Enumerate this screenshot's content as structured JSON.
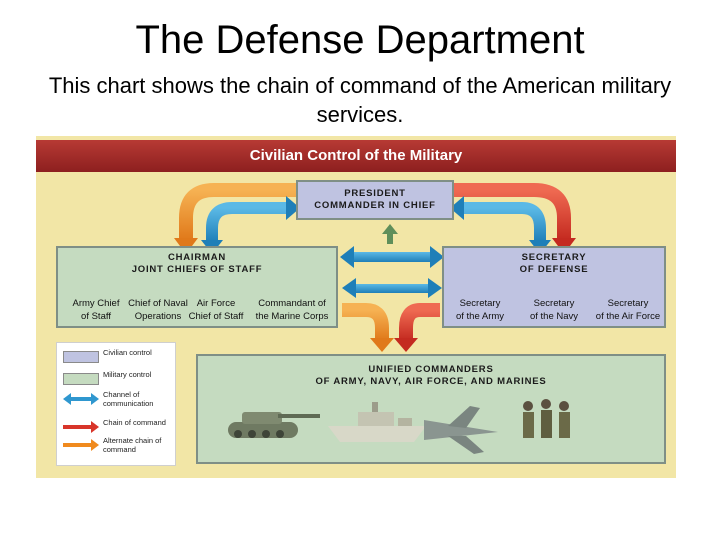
{
  "slide": {
    "title": "The Defense Department",
    "subtitle": "This chart shows the chain of command of the American military services."
  },
  "diagram": {
    "banner": "Civilian Control of the Military",
    "president": {
      "line1": "PRESIDENT",
      "line2": "COMMANDER IN CHIEF"
    },
    "chairman": {
      "line1": "CHAIRMAN",
      "line2": "JOINT CHIEFS OF STAFF",
      "members": [
        {
          "line1": "Army Chief",
          "line2": "of Staff"
        },
        {
          "line1": "Chief of Naval",
          "line2": "Operations"
        },
        {
          "line1": "Air Force",
          "line2": "Chief of Staff"
        },
        {
          "line1": "Commandant of",
          "line2": "the Marine Corps"
        }
      ]
    },
    "secretary": {
      "line1": "SECRETARY",
      "line2": "OF DEFENSE",
      "members": [
        {
          "line1": "Secretary",
          "line2": "of the Army"
        },
        {
          "line1": "Secretary",
          "line2": "of the Navy"
        },
        {
          "line1": "Secretary",
          "line2": "of the Air Force"
        }
      ]
    },
    "unified": {
      "line1": "UNIFIED COMMANDERS",
      "line2": "OF ARMY, NAVY, AIR FORCE, AND MARINES"
    },
    "illustrations": [
      "tank-icon",
      "ship-icon",
      "jet-icon",
      "soldiers-icon"
    ],
    "legend": [
      {
        "label": "Civilian control",
        "kind": "swatch",
        "color": "#bfc3e1"
      },
      {
        "label": "Military control",
        "kind": "swatch",
        "color": "#c5dbc0"
      },
      {
        "label": "Channel of communication",
        "kind": "arrow",
        "color": "#2f97cf"
      },
      {
        "label": "Chain of command",
        "kind": "arrow",
        "color": "#d8352a"
      },
      {
        "label": "Alternate chain of command",
        "kind": "arrow",
        "color": "#f08a1e"
      }
    ],
    "colors": {
      "banner": "#9b2622",
      "background": "#f2e6a6",
      "communication": "#2f97cf",
      "command": "#d8352a",
      "alternate": "#f08a1e"
    }
  }
}
